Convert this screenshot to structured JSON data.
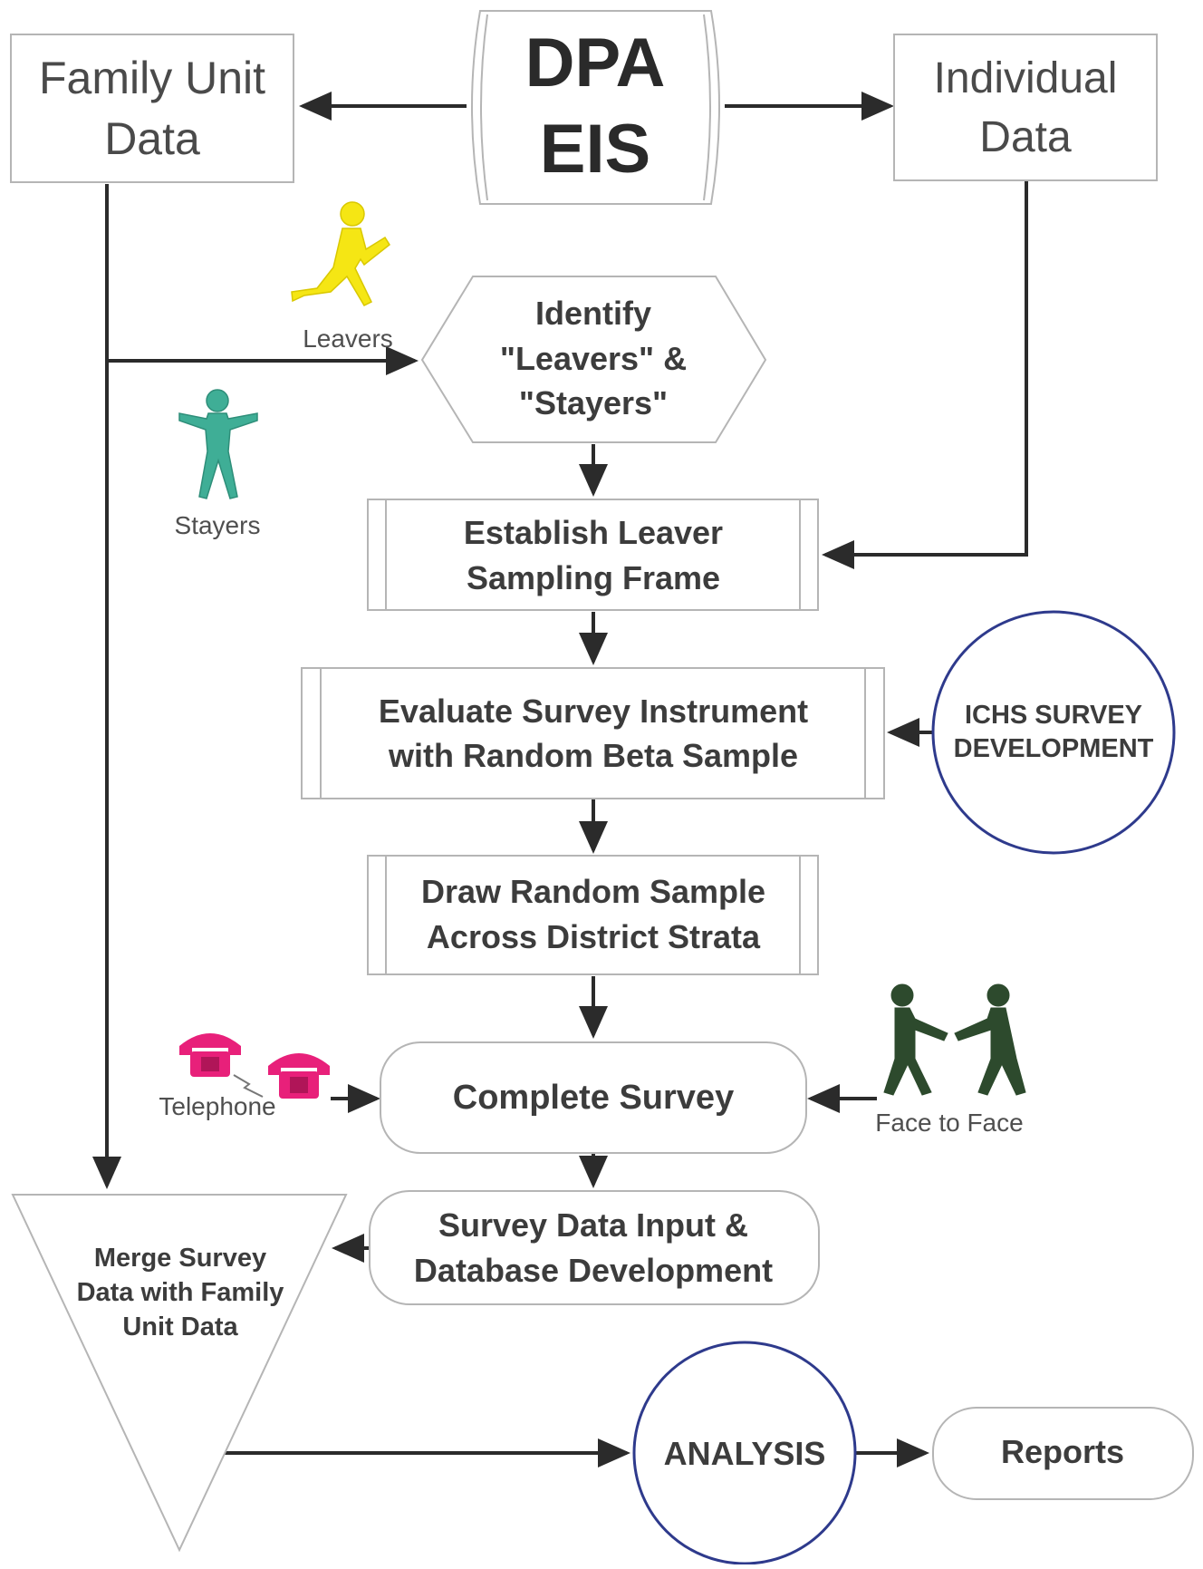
{
  "nodes": {
    "dpa_eis": {
      "lines": [
        "DPA",
        "EIS"
      ]
    },
    "family_unit_data": {
      "lines": [
        "Family Unit",
        "Data"
      ]
    },
    "individual_data": {
      "lines": [
        "Individual",
        "Data"
      ]
    },
    "identify": {
      "lines": [
        "Identify",
        "\"Leavers\" &",
        "\"Stayers\""
      ]
    },
    "establish": {
      "lines": [
        "Establish Leaver",
        "Sampling Frame"
      ]
    },
    "evaluate": {
      "lines": [
        "Evaluate Survey Instrument",
        "with Random Beta Sample"
      ]
    },
    "ichs": {
      "lines": [
        "ICHS SURVEY",
        "DEVELOPMENT"
      ]
    },
    "draw": {
      "lines": [
        "Draw Random Sample",
        "Across District Strata"
      ]
    },
    "complete": {
      "lines": [
        "Complete Survey"
      ]
    },
    "survey_input": {
      "lines": [
        "Survey Data Input &",
        "Database Development"
      ]
    },
    "merge": {
      "lines": [
        "Merge Survey",
        "Data with Family",
        "Unit Data"
      ]
    },
    "analysis": {
      "lines": [
        "ANALYSIS"
      ]
    },
    "reports": {
      "lines": [
        "Reports"
      ]
    }
  },
  "figures": {
    "leavers": {
      "label": "Leavers",
      "color": "#f5e614"
    },
    "stayers": {
      "label": "Stayers",
      "color": "#3fae96"
    },
    "telephone": {
      "label": "Telephone",
      "color": "#e8207a"
    },
    "face_to_face": {
      "label": "Face to Face",
      "color": "#2d4a2d"
    }
  },
  "colors": {
    "circle_stroke": "#2e3a8c",
    "box_stroke": "#b5b5b5",
    "arrow": "#2b2b2b"
  }
}
